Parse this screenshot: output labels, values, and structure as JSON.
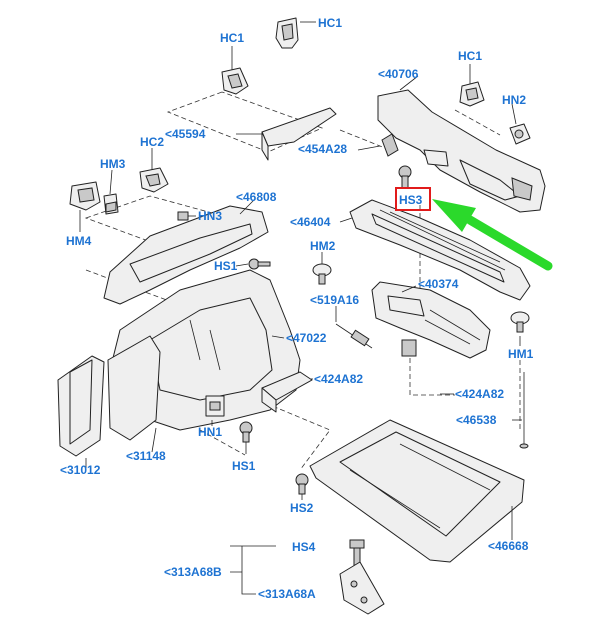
{
  "labels": {
    "hc1_top": "HC1",
    "hc1_left": "HC1",
    "hc1_right": "HC1",
    "p40706": "<40706",
    "p45594": "<45594",
    "p454a28": "<454A28",
    "hn2": "HN2",
    "hc2": "HC2",
    "hm3": "HM3",
    "hm4": "HM4",
    "p46808": "<46808",
    "hn3": "HN3",
    "hs3": "HS3",
    "p46404": "<46404",
    "hm2": "HM2",
    "hs1_top": "HS1",
    "p519a16": "<519A16",
    "p40374": "<40374",
    "p47022": "<47022",
    "hm1": "HM1",
    "p424a82_left": "<424A82",
    "p424a82_right": "<424A82",
    "p46538": "<46538",
    "p31012": "<31012",
    "p31148": "<31148",
    "hn1": "HN1",
    "hs1_bottom": "HS1",
    "hs2": "HS2",
    "p46668": "<46668",
    "hs4": "HS4",
    "p313a68b": "<313A68B",
    "p313a68a": "<313A68A"
  },
  "colors": {
    "label_text": "#1e73d2",
    "highlight_box": "#e11b1b",
    "arrow": "#2bd92b",
    "line_art": "#222222"
  },
  "highlight": {
    "label": "HS3"
  }
}
